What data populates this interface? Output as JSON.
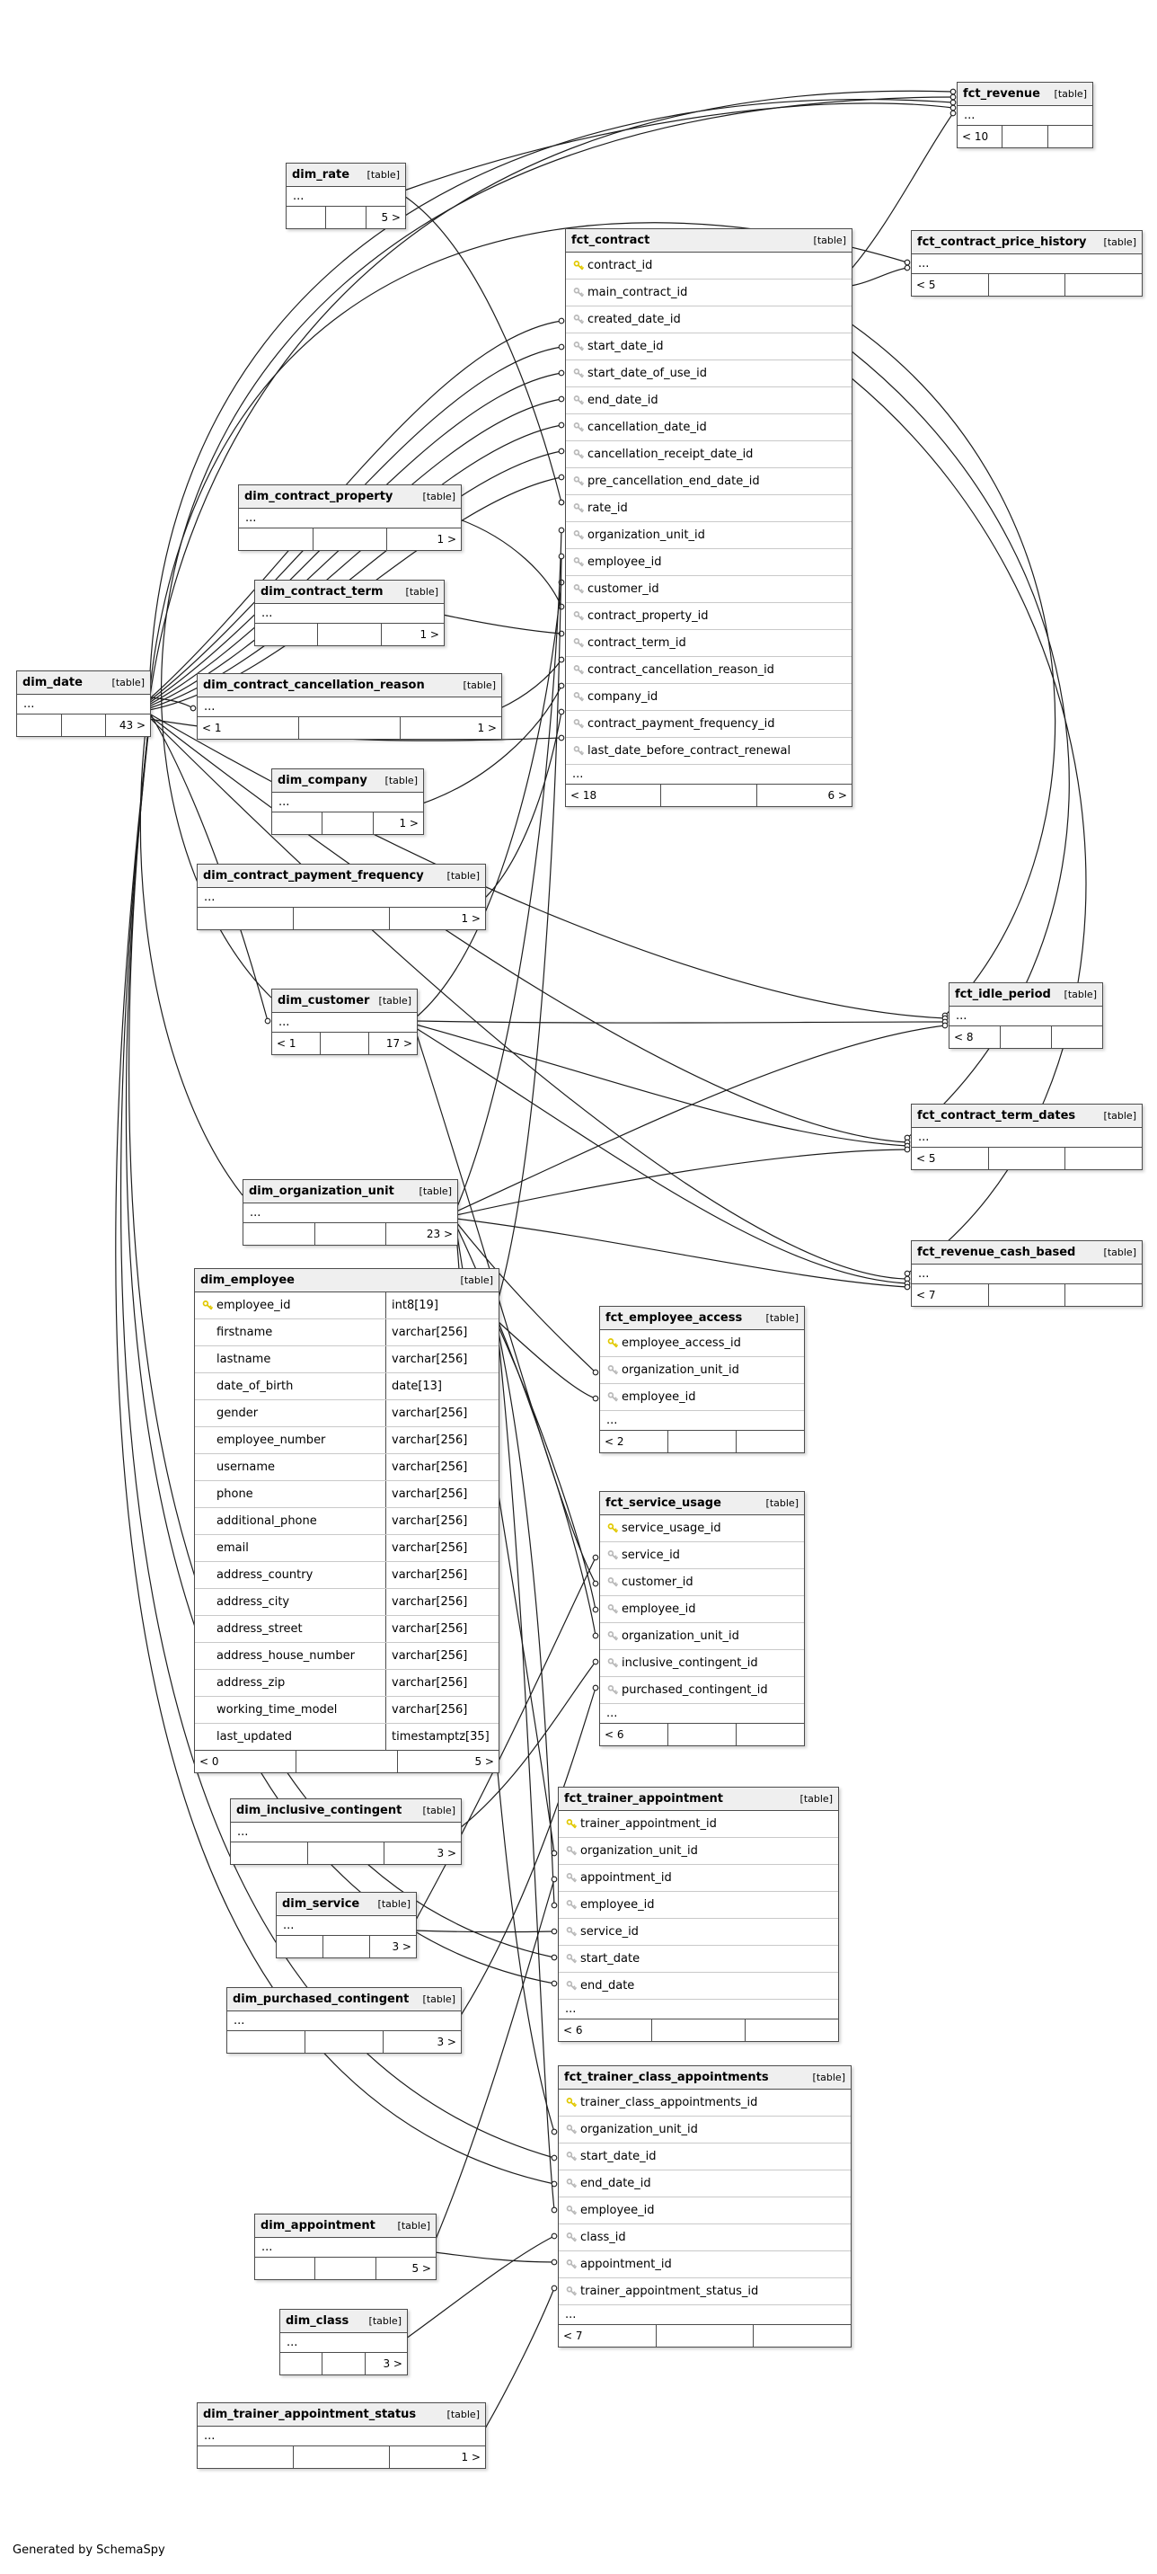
{
  "page": {
    "generator_note": "Generated by SchemaSpy"
  },
  "colors": {
    "pk_key": "#e1c800",
    "fk_key": "#b9b9b9",
    "header_bg": "#efefef",
    "edge": "#1d1d1d"
  },
  "tables": [
    {
      "id": "dim_date",
      "name": "dim_date",
      "tag": "[table]",
      "columns": [
        {
          "name": "...",
          "ellipsis": true
        }
      ],
      "footer": [
        "",
        "",
        "43 >"
      ]
    },
    {
      "id": "dim_rate",
      "name": "dim_rate",
      "tag": "[table]",
      "columns": [
        {
          "name": "...",
          "ellipsis": true
        }
      ],
      "footer": [
        "",
        "",
        "5 >"
      ]
    },
    {
      "id": "fct_revenue",
      "name": "fct_revenue",
      "tag": "[table]",
      "columns": [
        {
          "name": "...",
          "ellipsis": true
        }
      ],
      "footer": [
        "< 10",
        "",
        ""
      ]
    },
    {
      "id": "fct_contract_price_history",
      "name": "fct_contract_price_history",
      "tag": "[table]",
      "columns": [
        {
          "name": "...",
          "ellipsis": true
        }
      ],
      "footer": [
        "< 5",
        "",
        ""
      ]
    },
    {
      "id": "fct_contract",
      "name": "fct_contract",
      "tag": "[table]",
      "columns": [
        {
          "name": "contract_id",
          "key": "pk"
        },
        {
          "name": "main_contract_id",
          "key": "fk"
        },
        {
          "name": "created_date_id",
          "key": "fk"
        },
        {
          "name": "start_date_id",
          "key": "fk"
        },
        {
          "name": "start_date_of_use_id",
          "key": "fk"
        },
        {
          "name": "end_date_id",
          "key": "fk"
        },
        {
          "name": "cancellation_date_id",
          "key": "fk"
        },
        {
          "name": "cancellation_receipt_date_id",
          "key": "fk"
        },
        {
          "name": "pre_cancellation_end_date_id",
          "key": "fk"
        },
        {
          "name": "rate_id",
          "key": "fk"
        },
        {
          "name": "organization_unit_id",
          "key": "fk"
        },
        {
          "name": "employee_id",
          "key": "fk"
        },
        {
          "name": "customer_id",
          "key": "fk"
        },
        {
          "name": "contract_property_id",
          "key": "fk"
        },
        {
          "name": "contract_term_id",
          "key": "fk"
        },
        {
          "name": "contract_cancellation_reason_id",
          "key": "fk"
        },
        {
          "name": "company_id",
          "key": "fk"
        },
        {
          "name": "contract_payment_frequency_id",
          "key": "fk"
        },
        {
          "name": "last_date_before_contract_renewal",
          "key": "fk"
        },
        {
          "name": "...",
          "ellipsis": true
        }
      ],
      "footer": [
        "< 18",
        "",
        "6 >"
      ]
    },
    {
      "id": "dim_contract_property",
      "name": "dim_contract_property",
      "tag": "[table]",
      "columns": [
        {
          "name": "...",
          "ellipsis": true
        }
      ],
      "footer": [
        "",
        "",
        "1 >"
      ]
    },
    {
      "id": "dim_contract_term",
      "name": "dim_contract_term",
      "tag": "[table]",
      "columns": [
        {
          "name": "...",
          "ellipsis": true
        }
      ],
      "footer": [
        "",
        "",
        "1 >"
      ]
    },
    {
      "id": "dim_contract_cancellation_reason",
      "name": "dim_contract_cancellation_reason",
      "tag": "[table]",
      "columns": [
        {
          "name": "...",
          "ellipsis": true
        }
      ],
      "footer": [
        "< 1",
        "",
        "1 >"
      ]
    },
    {
      "id": "dim_company",
      "name": "dim_company",
      "tag": "[table]",
      "columns": [
        {
          "name": "...",
          "ellipsis": true
        }
      ],
      "footer": [
        "",
        "",
        "1 >"
      ]
    },
    {
      "id": "dim_contract_payment_frequency",
      "name": "dim_contract_payment_frequency",
      "tag": "[table]",
      "columns": [
        {
          "name": "...",
          "ellipsis": true
        }
      ],
      "footer": [
        "",
        "",
        "1 >"
      ]
    },
    {
      "id": "dim_customer",
      "name": "dim_customer",
      "tag": "[table]",
      "columns": [
        {
          "name": "...",
          "ellipsis": true
        }
      ],
      "footer": [
        "< 1",
        "",
        "17 >"
      ]
    },
    {
      "id": "fct_idle_period",
      "name": "fct_idle_period",
      "tag": "[table]",
      "columns": [
        {
          "name": "...",
          "ellipsis": true
        }
      ],
      "footer": [
        "< 8",
        "",
        ""
      ]
    },
    {
      "id": "fct_contract_term_dates",
      "name": "fct_contract_term_dates",
      "tag": "[table]",
      "columns": [
        {
          "name": "...",
          "ellipsis": true
        }
      ],
      "footer": [
        "< 5",
        "",
        ""
      ]
    },
    {
      "id": "dim_organization_unit",
      "name": "dim_organization_unit",
      "tag": "[table]",
      "columns": [
        {
          "name": "...",
          "ellipsis": true
        }
      ],
      "footer": [
        "",
        "",
        "23 >"
      ]
    },
    {
      "id": "fct_revenue_cash_based",
      "name": "fct_revenue_cash_based",
      "tag": "[table]",
      "columns": [
        {
          "name": "...",
          "ellipsis": true
        }
      ],
      "footer": [
        "< 7",
        "",
        ""
      ]
    },
    {
      "id": "dim_employee",
      "name": "dim_employee",
      "tag": "[table]",
      "show_types": true,
      "columns": [
        {
          "name": "employee_id",
          "key": "pk",
          "type": "int8[19]"
        },
        {
          "name": "firstname",
          "type": "varchar[256]"
        },
        {
          "name": "lastname",
          "type": "varchar[256]"
        },
        {
          "name": "date_of_birth",
          "type": "date[13]"
        },
        {
          "name": "gender",
          "type": "varchar[256]"
        },
        {
          "name": "employee_number",
          "type": "varchar[256]"
        },
        {
          "name": "username",
          "type": "varchar[256]"
        },
        {
          "name": "phone",
          "type": "varchar[256]"
        },
        {
          "name": "additional_phone",
          "type": "varchar[256]"
        },
        {
          "name": "email",
          "type": "varchar[256]"
        },
        {
          "name": "address_country",
          "type": "varchar[256]"
        },
        {
          "name": "address_city",
          "type": "varchar[256]"
        },
        {
          "name": "address_street",
          "type": "varchar[256]"
        },
        {
          "name": "address_house_number",
          "type": "varchar[256]"
        },
        {
          "name": "address_zip",
          "type": "varchar[256]"
        },
        {
          "name": "working_time_model",
          "type": "varchar[256]"
        },
        {
          "name": "last_updated",
          "type": "timestamptz[35]"
        }
      ],
      "footer": [
        "< 0",
        "",
        "5 >"
      ]
    },
    {
      "id": "fct_employee_access",
      "name": "fct_employee_access",
      "tag": "[table]",
      "columns": [
        {
          "name": "employee_access_id",
          "key": "pk"
        },
        {
          "name": "organization_unit_id",
          "key": "fk"
        },
        {
          "name": "employee_id",
          "key": "fk"
        },
        {
          "name": "...",
          "ellipsis": true
        }
      ],
      "footer": [
        "< 2",
        "",
        ""
      ]
    },
    {
      "id": "fct_service_usage",
      "name": "fct_service_usage",
      "tag": "[table]",
      "columns": [
        {
          "name": "service_usage_id",
          "key": "pk"
        },
        {
          "name": "service_id",
          "key": "fk"
        },
        {
          "name": "customer_id",
          "key": "fk"
        },
        {
          "name": "employee_id",
          "key": "fk"
        },
        {
          "name": "organization_unit_id",
          "key": "fk"
        },
        {
          "name": "inclusive_contingent_id",
          "key": "fk"
        },
        {
          "name": "purchased_contingent_id",
          "key": "fk"
        },
        {
          "name": "...",
          "ellipsis": true
        }
      ],
      "footer": [
        "< 6",
        "",
        ""
      ]
    },
    {
      "id": "dim_inclusive_contingent",
      "name": "dim_inclusive_contingent",
      "tag": "[table]",
      "columns": [
        {
          "name": "...",
          "ellipsis": true
        }
      ],
      "footer": [
        "",
        "",
        "3 >"
      ]
    },
    {
      "id": "dim_service",
      "name": "dim_service",
      "tag": "[table]",
      "columns": [
        {
          "name": "...",
          "ellipsis": true
        }
      ],
      "footer": [
        "",
        "",
        "3 >"
      ]
    },
    {
      "id": "dim_purchased_contingent",
      "name": "dim_purchased_contingent",
      "tag": "[table]",
      "columns": [
        {
          "name": "...",
          "ellipsis": true
        }
      ],
      "footer": [
        "",
        "",
        "3 >"
      ]
    },
    {
      "id": "fct_trainer_appointment",
      "name": "fct_trainer_appointment",
      "tag": "[table]",
      "columns": [
        {
          "name": "trainer_appointment_id",
          "key": "pk"
        },
        {
          "name": "organization_unit_id",
          "key": "fk"
        },
        {
          "name": "appointment_id",
          "key": "fk"
        },
        {
          "name": "employee_id",
          "key": "fk"
        },
        {
          "name": "service_id",
          "key": "fk"
        },
        {
          "name": "start_date",
          "key": "fk"
        },
        {
          "name": "end_date",
          "key": "fk"
        },
        {
          "name": "...",
          "ellipsis": true
        }
      ],
      "footer": [
        "< 6",
        "",
        ""
      ]
    },
    {
      "id": "fct_trainer_class_appointments",
      "name": "fct_trainer_class_appointments",
      "tag": "[table]",
      "columns": [
        {
          "name": "trainer_class_appointments_id",
          "key": "pk"
        },
        {
          "name": "organization_unit_id",
          "key": "fk"
        },
        {
          "name": "start_date_id",
          "key": "fk"
        },
        {
          "name": "end_date_id",
          "key": "fk"
        },
        {
          "name": "employee_id",
          "key": "fk"
        },
        {
          "name": "class_id",
          "key": "fk"
        },
        {
          "name": "appointment_id",
          "key": "fk"
        },
        {
          "name": "trainer_appointment_status_id",
          "key": "fk"
        },
        {
          "name": "...",
          "ellipsis": true
        }
      ],
      "footer": [
        "< 7",
        "",
        ""
      ]
    },
    {
      "id": "dim_appointment",
      "name": "dim_appointment",
      "tag": "[table]",
      "columns": [
        {
          "name": "...",
          "ellipsis": true
        }
      ],
      "footer": [
        "",
        "",
        "5 >"
      ]
    },
    {
      "id": "dim_class",
      "name": "dim_class",
      "tag": "[table]",
      "columns": [
        {
          "name": "...",
          "ellipsis": true
        }
      ],
      "footer": [
        "",
        "",
        "3 >"
      ]
    },
    {
      "id": "dim_trainer_appointment_status",
      "name": "dim_trainer_appointment_status",
      "tag": "[table]",
      "columns": [
        {
          "name": "...",
          "ellipsis": true
        }
      ],
      "footer": [
        "",
        "",
        "1 >"
      ]
    }
  ]
}
